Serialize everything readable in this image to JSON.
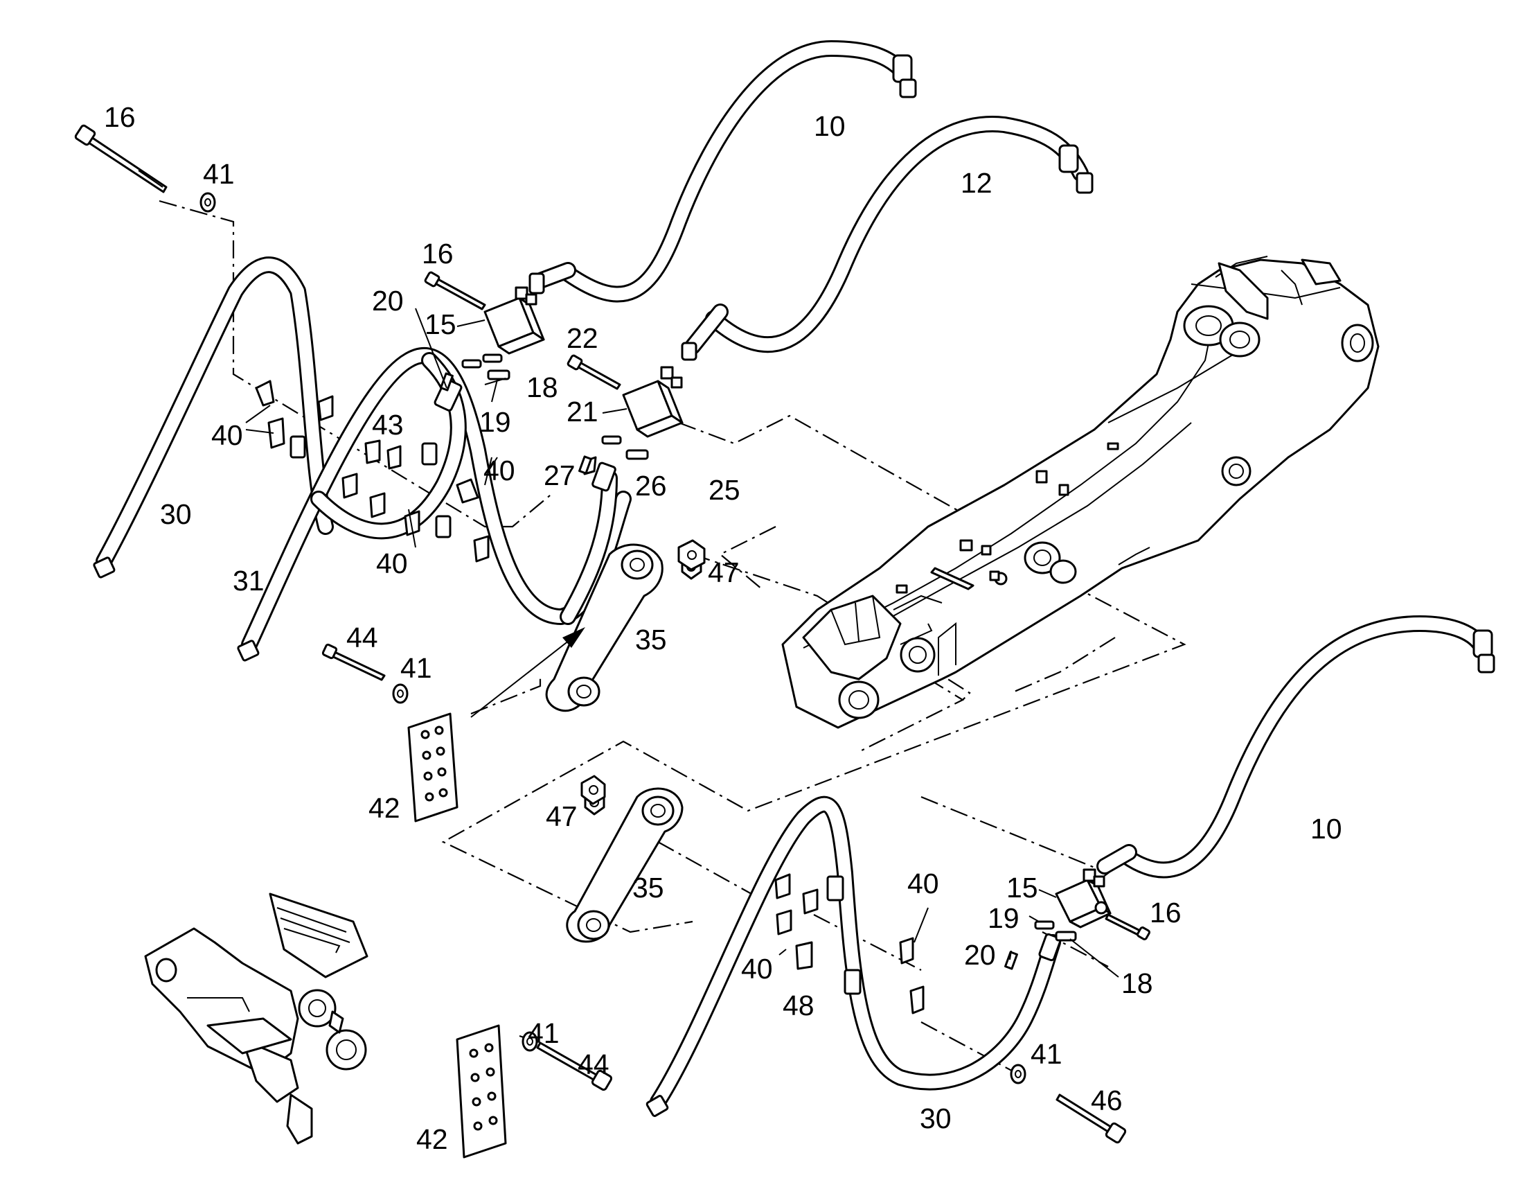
{
  "callouts": [
    {
      "id": "c16a",
      "text": "16"
    },
    {
      "id": "c41a",
      "text": "41"
    },
    {
      "id": "c10a",
      "text": "10"
    },
    {
      "id": "c12",
      "text": "12"
    },
    {
      "id": "c16b",
      "text": "16"
    },
    {
      "id": "c20a",
      "text": "20"
    },
    {
      "id": "c15a",
      "text": "15"
    },
    {
      "id": "c18a",
      "text": "18"
    },
    {
      "id": "c19a",
      "text": "19"
    },
    {
      "id": "c22",
      "text": "22"
    },
    {
      "id": "c21",
      "text": "21"
    },
    {
      "id": "c27",
      "text": "27"
    },
    {
      "id": "c26",
      "text": "26"
    },
    {
      "id": "c25",
      "text": "25"
    },
    {
      "id": "c40a",
      "text": "40"
    },
    {
      "id": "c43",
      "text": "43"
    },
    {
      "id": "c40b",
      "text": "40"
    },
    {
      "id": "c40c",
      "text": "40"
    },
    {
      "id": "c30a",
      "text": "30"
    },
    {
      "id": "c31",
      "text": "31"
    },
    {
      "id": "c47a",
      "text": "47"
    },
    {
      "id": "c35a",
      "text": "35"
    },
    {
      "id": "c44a",
      "text": "44"
    },
    {
      "id": "c41b",
      "text": "41"
    },
    {
      "id": "c42a",
      "text": "42"
    },
    {
      "id": "c47b",
      "text": "47"
    },
    {
      "id": "c35b",
      "text": "35"
    },
    {
      "id": "c10b",
      "text": "10"
    },
    {
      "id": "c15b",
      "text": "15"
    },
    {
      "id": "c16c",
      "text": "16"
    },
    {
      "id": "c19b",
      "text": "19"
    },
    {
      "id": "c20b",
      "text": "20"
    },
    {
      "id": "c18b",
      "text": "18"
    },
    {
      "id": "c40d",
      "text": "40"
    },
    {
      "id": "c40e",
      "text": "40"
    },
    {
      "id": "c48",
      "text": "48"
    },
    {
      "id": "c41c",
      "text": "41"
    },
    {
      "id": "c44b",
      "text": "44"
    },
    {
      "id": "c42b",
      "text": "42"
    },
    {
      "id": "c41d",
      "text": "41"
    },
    {
      "id": "c46",
      "text": "46"
    },
    {
      "id": "c30b",
      "text": "30"
    }
  ]
}
